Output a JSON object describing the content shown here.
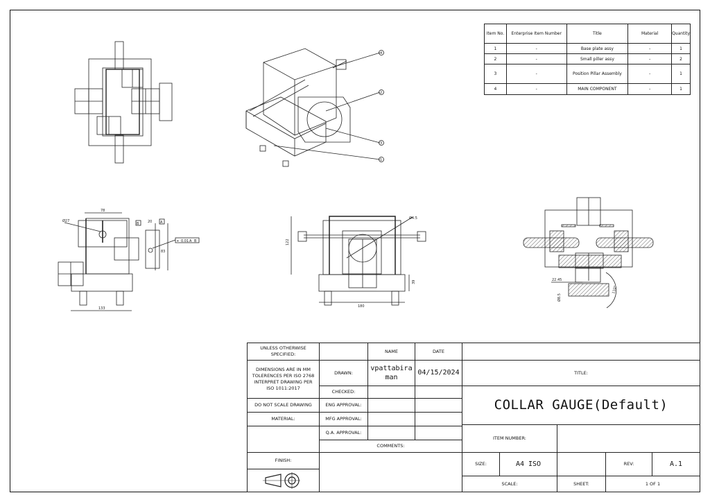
{
  "bom": {
    "headers": [
      "Item No.",
      "Enterprise Item Number",
      "Title",
      "Material",
      "Quantity"
    ],
    "rows": [
      [
        "1",
        "-",
        "Base plate assy",
        "-",
        "1"
      ],
      [
        "2",
        "-",
        "Small piller assy",
        "-",
        "2"
      ],
      [
        "3",
        "-",
        "Position Pillar Assembly",
        "-",
        "1"
      ],
      [
        "4",
        "-",
        "MAIN COMPONENT",
        "-",
        "1"
      ]
    ]
  },
  "balloons": [
    "4",
    "2",
    "3",
    "1"
  ],
  "dimensions": {
    "side_width": "78",
    "side_hole": "Ø27",
    "side_offset": "20",
    "side_height": "83",
    "side_base": "133",
    "datum_b": "B",
    "datum_a": "A",
    "fcf": [
      "⌖",
      "0.01",
      "A",
      "B"
    ],
    "front_height": "122",
    "front_dia": "Ø4.5",
    "front_base_h": "39",
    "front_width": "180",
    "section_len": "22.45",
    "section_dia": "Ø8.5",
    "section_angle": "110°"
  },
  "title_block": {
    "unless": "UNLESS OTHERWISE SPECIFIED:",
    "name_hdr": "NAME",
    "date_hdr": "DATE",
    "dims_note": "DIMENSIONS ARE IN MM TOLERENCES PER ISO 2768 INTERPRET DRAWING PER ISO 1011:2017",
    "drawn": "DRAWN:",
    "drawn_name": "vpattabiraman",
    "drawn_date": "04/15/2024",
    "checked": "CHECKED:",
    "do_not_scale": "DO NOT SCALE DRAWING",
    "eng": "ENG APPROVAL:",
    "material": "MATERIAL:",
    "mfg": "MFG APPROVAL:",
    "qa": "Q.A. APPROVAL:",
    "comments": "COMMENTS:",
    "finish": "FINISH:",
    "title_label": "TITLE:",
    "title": "COLLAR GAUGE(Default)",
    "item_number": "ITEM NUMBER:",
    "size_label": "SIZE:",
    "size": "A4 ISO",
    "rev_label": "REV:",
    "rev": "A.1",
    "scale_label": "SCALE:",
    "sheet_label": "SHEET:",
    "sheet": "1 OF 1"
  }
}
